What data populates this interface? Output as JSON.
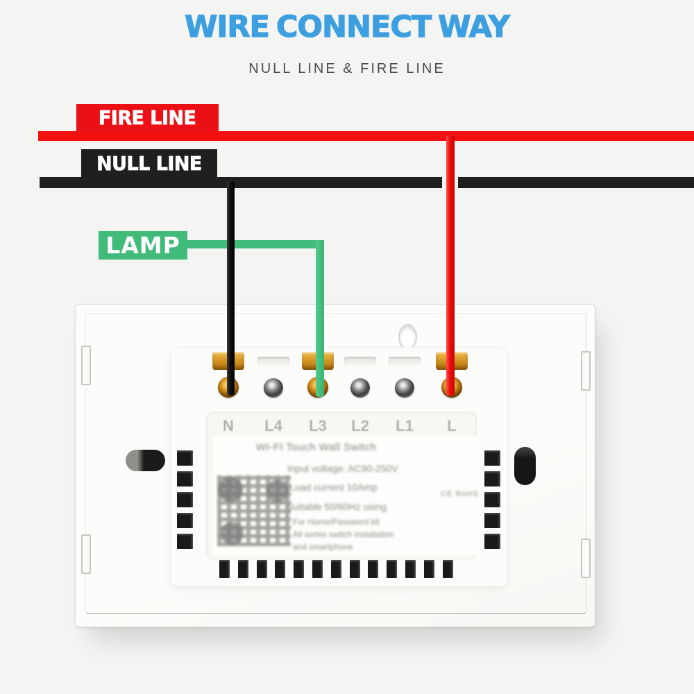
{
  "header": {
    "title": "WIRE CONNECT WAY",
    "subtitle": "NULL LINE & FIRE LINE"
  },
  "labels": {
    "fire": "FIRE LINE",
    "null": "NULL LINE",
    "lamp": "LAMP"
  },
  "colors": {
    "title_blue": "#3d9fe0",
    "fire_red": "#f21010",
    "null_black": "#1f1f1f",
    "lamp_green": "#41bb7a",
    "background": "#f4f4f2",
    "brass_terminal": "#d0901e"
  },
  "device": {
    "type": "smart wall switch, rear view",
    "terminals": [
      {
        "label": "N",
        "connected": true,
        "wire": "null line (black)"
      },
      {
        "label": "L4",
        "connected": false,
        "wire": null
      },
      {
        "label": "L3",
        "connected": true,
        "wire": "lamp line (green)"
      },
      {
        "label": "L2",
        "connected": false,
        "wire": null
      },
      {
        "label": "L1",
        "connected": false,
        "wire": null
      },
      {
        "label": "L",
        "connected": true,
        "wire": "fire line (red)"
      }
    ],
    "sticker": {
      "line1": "WI-FI Touch Wall Switch",
      "line2": "Input voltage: AC90-250V",
      "line3": "Load current 10Amp",
      "line4": "Suitable 50/60Hz using",
      "line5": "For Home/Password kit",
      "line6": "All series switch installation",
      "line7": "and smartphone",
      "cert": "CE  RoHS",
      "qr": "qr-code"
    }
  }
}
